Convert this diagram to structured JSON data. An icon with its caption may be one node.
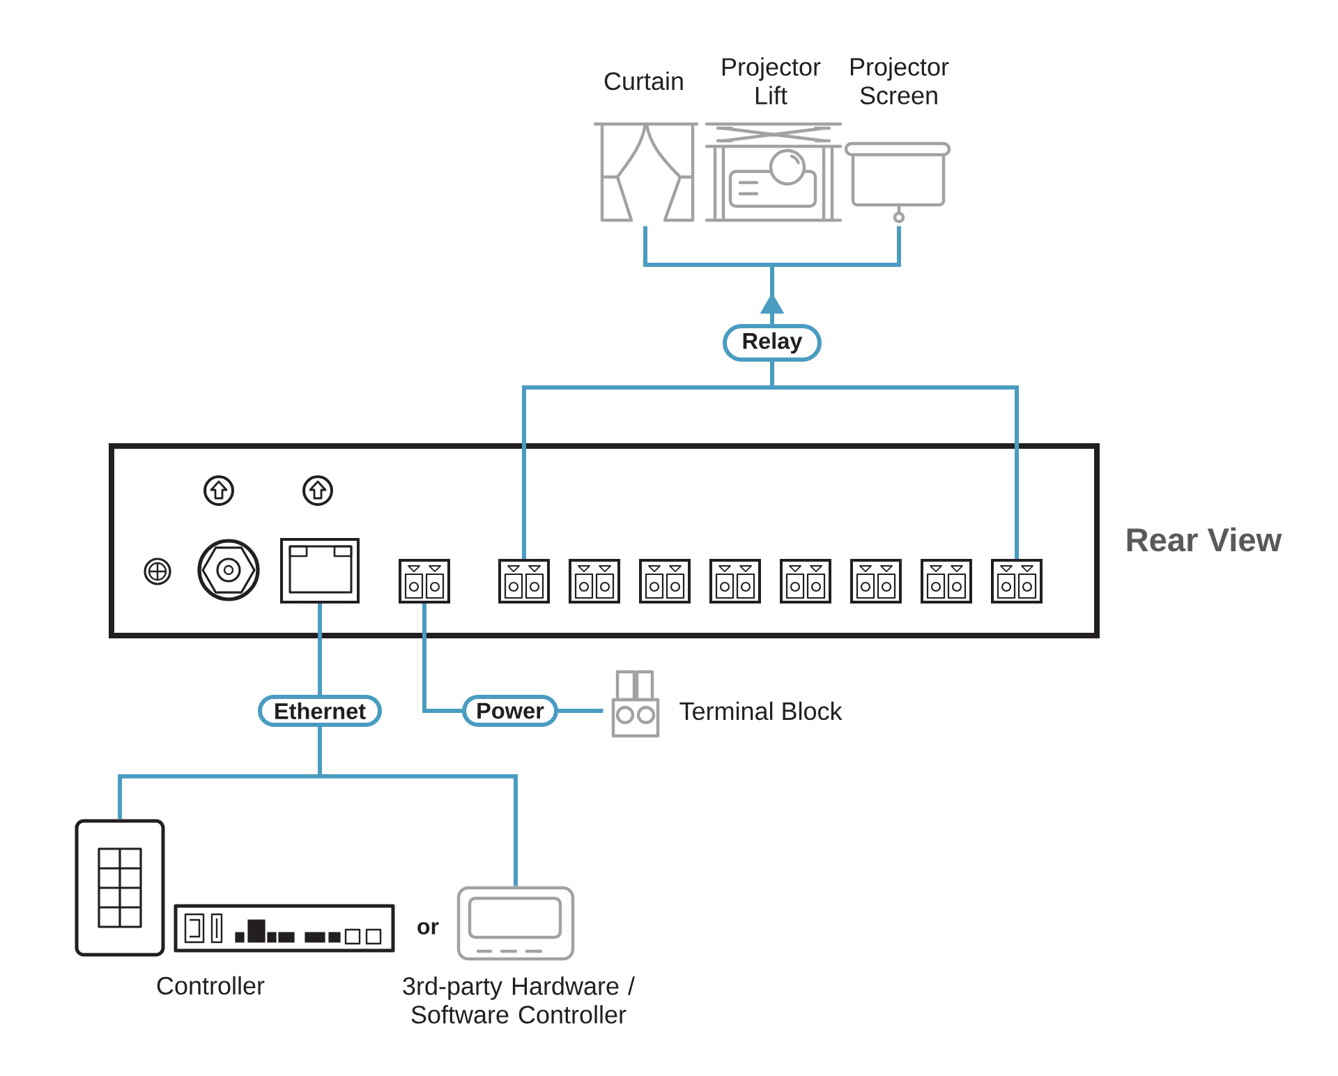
{
  "diagram": {
    "nodes": [
      {
        "text": [
          "Curtain"
        ]
      },
      {
        "text": [
          "Projector Lift"
        ]
      },
      {
        "text": [
          "Projector Screen"
        ]
      },
      {
        "text": [
          "Relay"
        ]
      },
      {
        "text": [],
        "shape": "box",
        "beside": [
          "Rear View"
        ]
      },
      {
        "text": [],
        "shape": "box",
        "in": 4
      },
      {
        "text": [],
        "shape": "box",
        "in": 4
      },
      {
        "text": [],
        "shape": "box",
        "in": 4
      },
      {
        "text": [],
        "shape": "box",
        "in": 4
      },
      {
        "text": [],
        "shape": "box",
        "in": 4
      },
      {
        "text": [],
        "shape": "box",
        "in": 4
      },
      {
        "text": [],
        "shape": "box",
        "in": 4
      },
      {
        "text": [],
        "shape": "box",
        "in": 4
      },
      {
        "text": [],
        "shape": "box",
        "in": 4
      },
      {
        "text": [],
        "shape": "box",
        "in": 4
      },
      {
        "text": [
          "Ethernet"
        ]
      },
      {
        "text": [
          "Power"
        ]
      },
      {
        "text": [],
        "shape": "picture",
        "beside": [
          "Terminal Block"
        ]
      },
      {
        "text": [],
        "shape": "picture",
        "beside": [
          "Controller"
        ]
      },
      {
        "text": [],
        "shape": "picture",
        "beside": [
          "3rd-party Hardware / Software Controller"
        ]
      }
    ],
    "edges": [
      {
        "from": 3,
        "to": 0,
        "arrow": "to"
      },
      {
        "from": 3,
        "to": 2,
        "arrow": "to"
      },
      {
        "from": 7,
        "to": 3,
        "arrow": "none"
      },
      {
        "from": 14,
        "to": 3,
        "arrow": "none"
      },
      {
        "from": 5,
        "to": 15,
        "arrow": "none"
      },
      {
        "from": 15,
        "to": 18,
        "arrow": "none"
      },
      {
        "from": 15,
        "to": 19,
        "arrow": "none"
      },
      {
        "from": 6,
        "to": 16,
        "arrow": "none"
      },
      {
        "from": 16,
        "to": 17,
        "arrow": "none"
      }
    ],
    "labels": [
      "or"
    ]
  }
}
